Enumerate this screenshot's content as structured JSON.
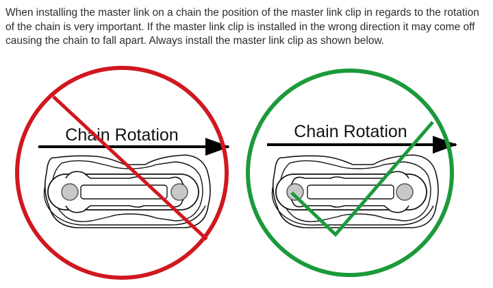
{
  "instructions": {
    "text": "When installing the master link on a chain the position of the master link clip in regards to the rotation of the chain is very important. If the master link clip is installed in the wrong direction it may come off causing the chain to fall apart. Always install the master link clip as shown below."
  },
  "panels": [
    {
      "label": "Chain Rotation",
      "verdict": "incorrect",
      "mark_color": "#d0181f",
      "mark_icon": "prohibition-sign-icon"
    },
    {
      "label": "Chain Rotation",
      "verdict": "correct",
      "mark_color": "#1c9a3b",
      "mark_icon": "checkmark-icon"
    }
  ]
}
